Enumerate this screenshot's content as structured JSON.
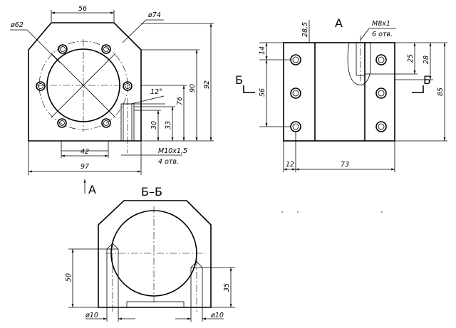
{
  "drawing": {
    "front_view": {
      "dims": {
        "d62": "ø62",
        "w56": "56",
        "d74": "ø74",
        "angle": "12°",
        "h90": "90",
        "h92": "92",
        "h76": "76",
        "h33": "33",
        "h30": "30",
        "w42": "42",
        "w97": "97",
        "thread_a": "M10x1,5",
        "thread_b": "4 отв."
      },
      "arrow_label": "A"
    },
    "side_view": {
      "view_label": "A",
      "dims": {
        "d28_5": "28,5",
        "thread_a": "M8x1",
        "thread_b": "6 отв.",
        "h14": "14",
        "h56": "56",
        "h25": "25",
        "h28": "28",
        "h85": "85",
        "w12": "12",
        "w73": "73"
      },
      "section_mark_left": "Б",
      "section_mark_right": "Б"
    },
    "section_view": {
      "title": "Б–Б",
      "dims": {
        "h50": "50",
        "h35": "35",
        "d10_left": "ø10",
        "d10_right": "ø10"
      }
    }
  }
}
